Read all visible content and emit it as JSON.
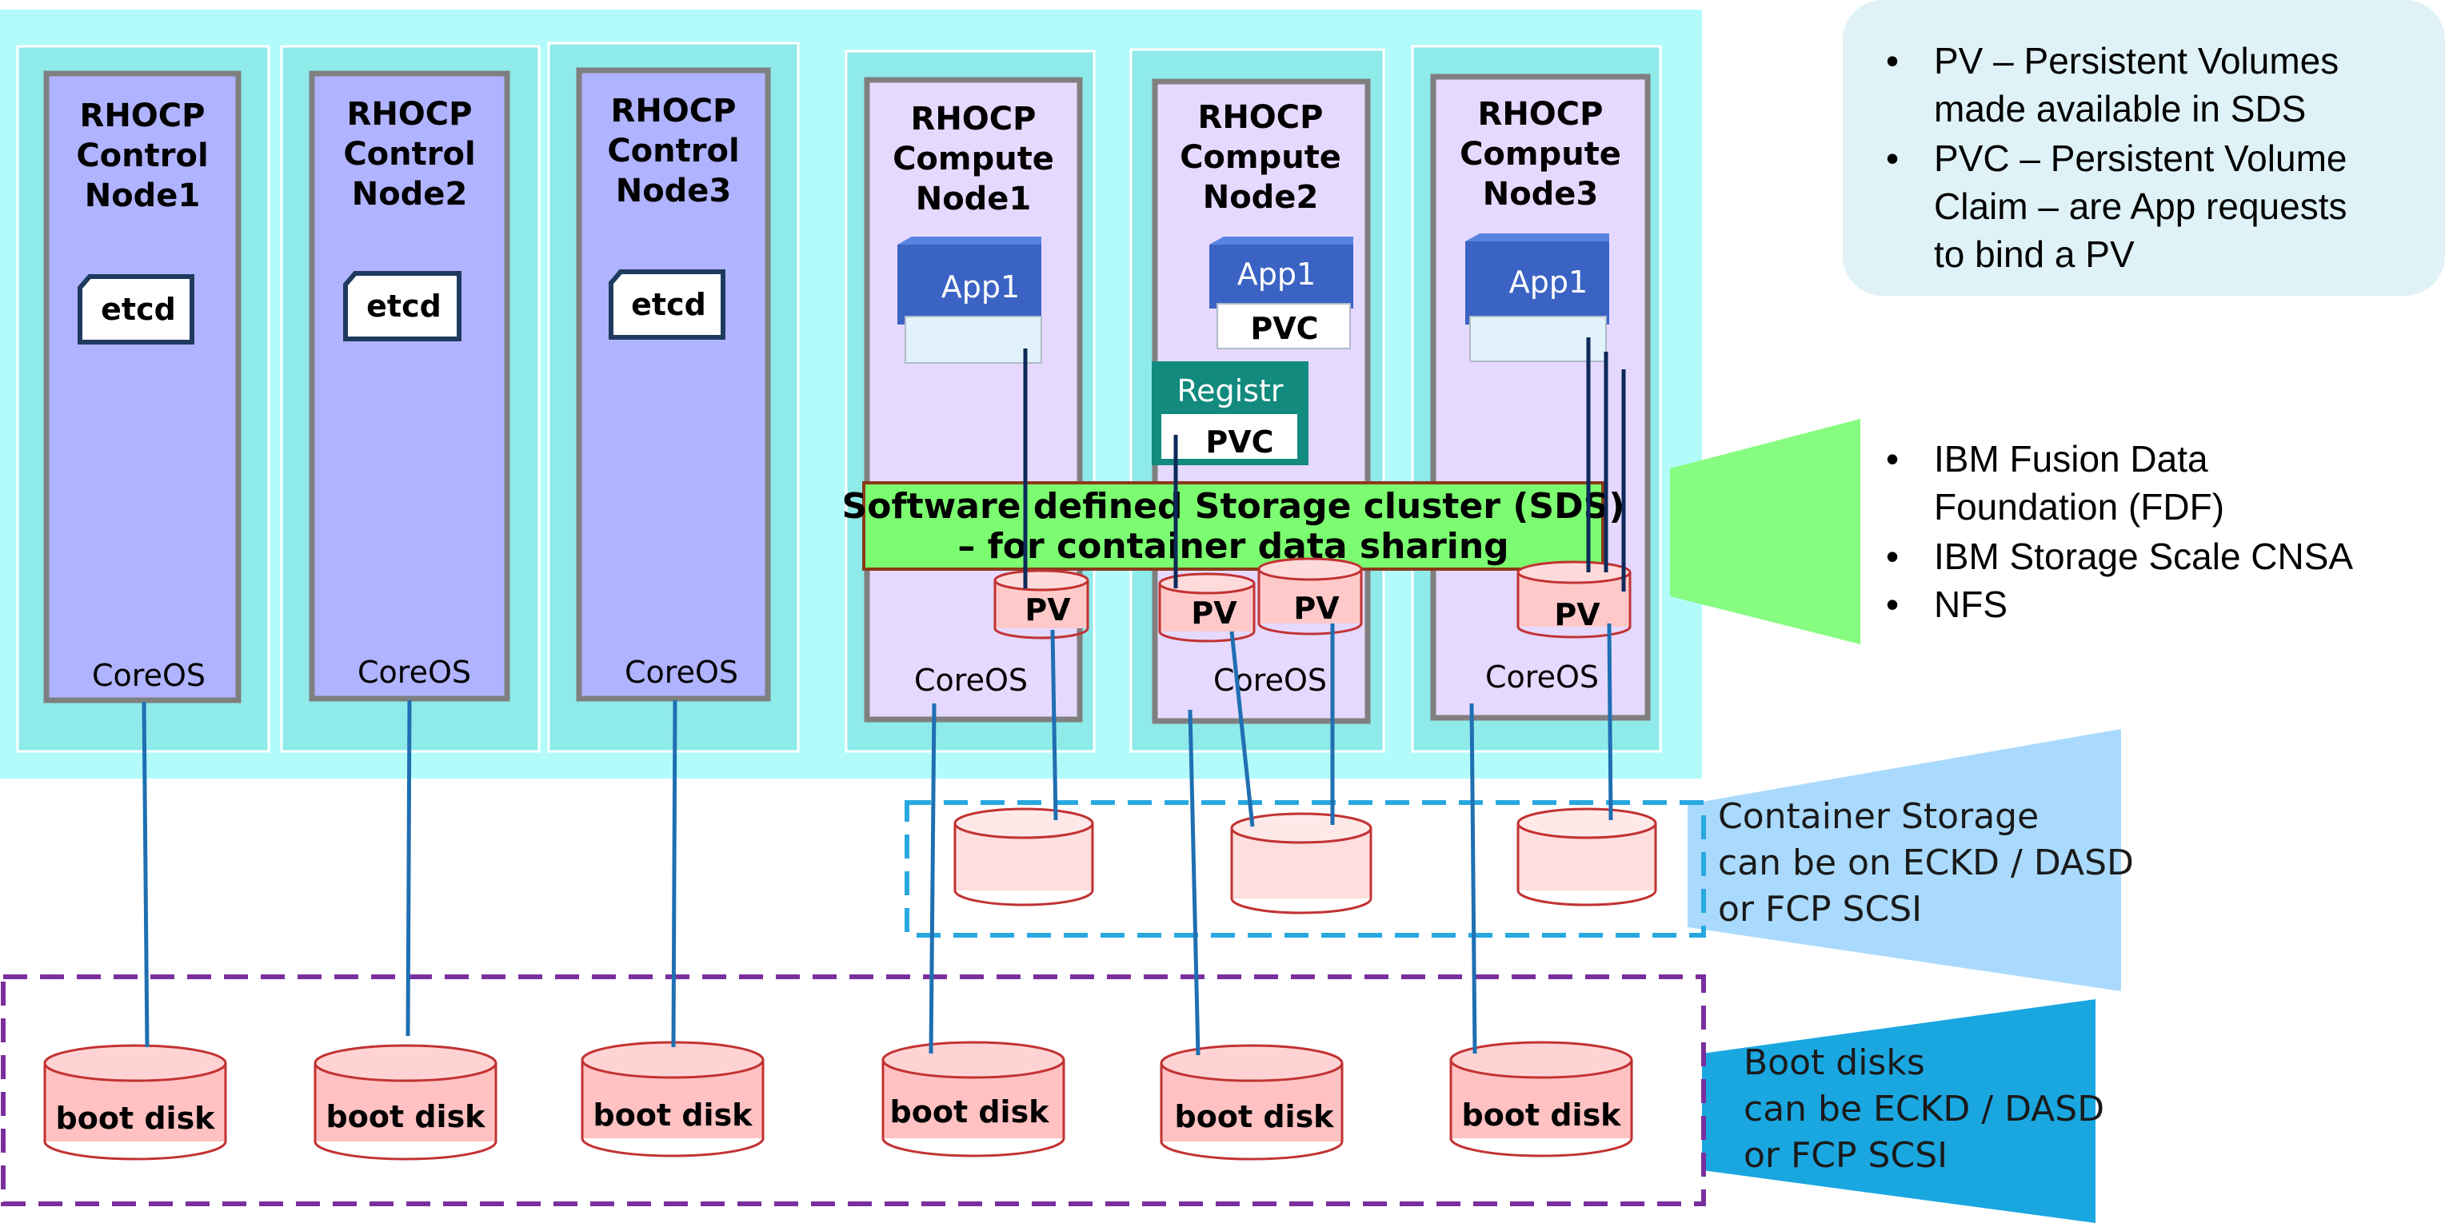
{
  "colors": {
    "cluster_bg": "#b3fbfb",
    "node_tile": "#8feaea",
    "control_panel": "#b0b3ff",
    "compute_panel": "#e6d9ff",
    "disk": "#ffc9c9",
    "disk_top": "#ffdada",
    "sds_bar": "#7cfc70",
    "sds_border": "#8b3a1a",
    "container_storage": "#a9dafe",
    "boot_trapezoid": "#1aa7e0",
    "registry": "#128a7e",
    "legend_bg": "#dff2f7",
    "line": "#1f6fb2"
  },
  "legend": {
    "items": [
      "PV – Persistent Volumes made available in SDS",
      "PVC – Persistent Volume Claim – are App requests to bind a PV"
    ]
  },
  "control_nodes": [
    {
      "name": [
        "RHOCP",
        "Control",
        "Node1"
      ],
      "etcd": "etcd",
      "os": "CoreOS"
    },
    {
      "name": [
        "RHOCP",
        "Control",
        "Node2"
      ],
      "etcd": "etcd",
      "os": "CoreOS"
    },
    {
      "name": [
        "RHOCP",
        "Control",
        "Node3"
      ],
      "etcd": "etcd",
      "os": "CoreOS"
    }
  ],
  "compute_nodes": [
    {
      "name": [
        "RHOCP",
        "Compute",
        "Node1"
      ],
      "app": "App1",
      "os": "CoreOS"
    },
    {
      "name": [
        "RHOCP",
        "Compute",
        "Node2"
      ],
      "app": "App1",
      "app_pvc": "PVC",
      "os": "CoreOS"
    },
    {
      "name": [
        "RHOCP",
        "Compute",
        "Node3"
      ],
      "app": "App1",
      "os": "CoreOS"
    }
  ],
  "registry": {
    "label": "Registr",
    "pvc": "PVC"
  },
  "pv_label": "PV",
  "sds": {
    "line1": "Software defined Storage cluster (SDS)",
    "line2": "– for container data sharing"
  },
  "sds_options": [
    "IBM Fusion Data Foundation (FDF)",
    "IBM Storage Scale CNSA",
    "NFS"
  ],
  "container_storage": {
    "lines": [
      "Container Storage",
      "can be on ECKD / DASD",
      "or FCP SCSI"
    ]
  },
  "boot_disk_label": "boot disk",
  "boot_note": {
    "lines": [
      "Boot disks",
      "can be ECKD / DASD",
      "or FCP SCSI"
    ]
  }
}
